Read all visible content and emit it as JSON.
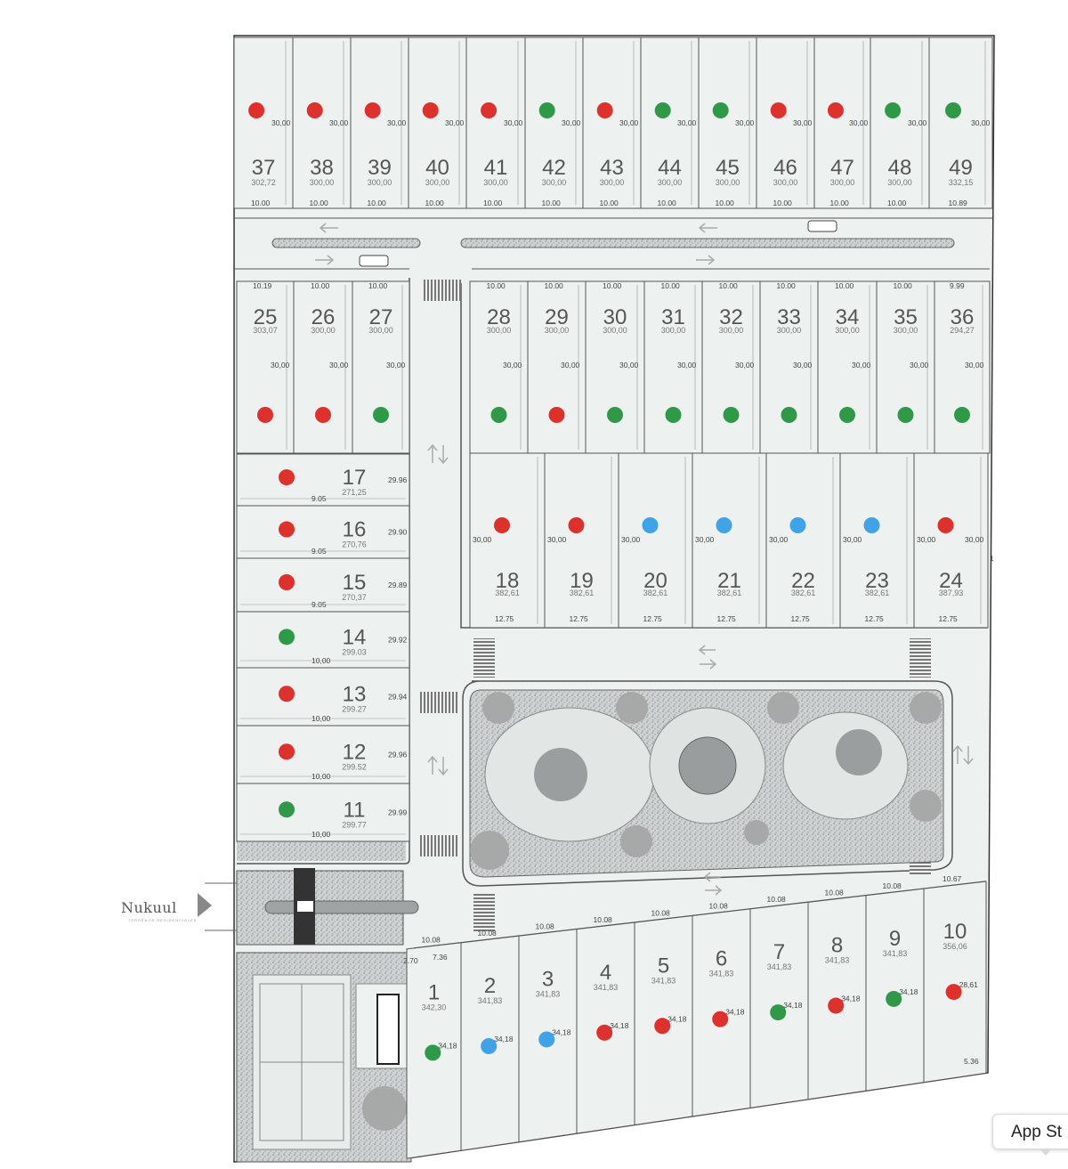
{
  "brand": {
    "name": "Nukuul",
    "tagline": "TERRENOS RESIDENCIALES"
  },
  "tooltip": {
    "label": "App St"
  },
  "status_colors": {
    "sold": "#e0302c",
    "available": "#2e9a48",
    "reserved": "#3fa3e8"
  },
  "lots": [
    {
      "number": "37",
      "area": "302,72",
      "depth": "30,00",
      "front": "10.00",
      "status": "sold"
    },
    {
      "number": "38",
      "area": "300,00",
      "depth": "30,00",
      "front": "10.00",
      "status": "sold"
    },
    {
      "number": "39",
      "area": "300,00",
      "depth": "30,00",
      "front": "10.00",
      "status": "sold"
    },
    {
      "number": "40",
      "area": "300,00",
      "depth": "30,00",
      "front": "10.00",
      "status": "sold"
    },
    {
      "number": "41",
      "area": "300,00",
      "depth": "30,00",
      "front": "10.00",
      "status": "sold"
    },
    {
      "number": "42",
      "area": "300,00",
      "depth": "30,00",
      "front": "10.00",
      "status": "available"
    },
    {
      "number": "43",
      "area": "300,00",
      "depth": "30,00",
      "front": "10.00",
      "status": "sold"
    },
    {
      "number": "44",
      "area": "300,00",
      "depth": "30,00",
      "front": "10.00",
      "status": "available"
    },
    {
      "number": "45",
      "area": "300,00",
      "depth": "30,00",
      "front": "10.00",
      "status": "available"
    },
    {
      "number": "46",
      "area": "300,00",
      "depth": "30,00",
      "front": "10.00",
      "status": "sold"
    },
    {
      "number": "47",
      "area": "300,00",
      "depth": "30,00",
      "front": "10.00",
      "status": "sold"
    },
    {
      "number": "48",
      "area": "300,00",
      "depth": "30,00",
      "front": "10.00",
      "status": "available"
    },
    {
      "number": "49",
      "area": "332,15",
      "depth": "30,00",
      "front": "10.89",
      "status": "available"
    },
    {
      "number": "25",
      "area": "303,07",
      "depth": "30,00",
      "front": "10.19",
      "status": "sold"
    },
    {
      "number": "26",
      "area": "300,00",
      "depth": "30,00",
      "front": "10.00",
      "status": "sold"
    },
    {
      "number": "27",
      "area": "300,00",
      "depth": "30,00",
      "front": "10.00",
      "status": "available"
    },
    {
      "number": "28",
      "area": "300,00",
      "depth": "30,00",
      "front": "10.00",
      "status": "available"
    },
    {
      "number": "29",
      "area": "300,00",
      "depth": "30,00",
      "front": "10.00",
      "status": "sold"
    },
    {
      "number": "30",
      "area": "300,00",
      "depth": "30,00",
      "front": "10.00",
      "status": "available"
    },
    {
      "number": "31",
      "area": "300,00",
      "depth": "30,00",
      "front": "10.00",
      "status": "available"
    },
    {
      "number": "32",
      "area": "300,00",
      "depth": "30,00",
      "front": "10.00",
      "status": "available"
    },
    {
      "number": "33",
      "area": "300,00",
      "depth": "30,00",
      "front": "10.00",
      "status": "available"
    },
    {
      "number": "34",
      "area": "300,00",
      "depth": "30,00",
      "front": "10.00",
      "status": "available"
    },
    {
      "number": "35",
      "area": "300,00",
      "depth": "30,00",
      "front": "10.00",
      "status": "available"
    },
    {
      "number": "36",
      "area": "294,27",
      "depth": "30,00",
      "front": "9.99",
      "status": "available"
    },
    {
      "number": "17",
      "area": "271,25",
      "depth": "29.96",
      "front": "9.05",
      "status": "sold"
    },
    {
      "number": "16",
      "area": "270,76",
      "depth": "29.90",
      "front": "9.05",
      "status": "sold"
    },
    {
      "number": "15",
      "area": "270,37",
      "depth": "29.89",
      "front": "9.05",
      "status": "sold"
    },
    {
      "number": "14",
      "area": "299.03",
      "depth": "29.92",
      "front": "10,00",
      "status": "available"
    },
    {
      "number": "13",
      "area": "299.27",
      "depth": "29.94",
      "front": "10,00",
      "status": "sold"
    },
    {
      "number": "12",
      "area": "299.52",
      "depth": "29.96",
      "front": "10,00",
      "status": "sold"
    },
    {
      "number": "11",
      "area": "299.77",
      "depth": "29.99",
      "front": "10,00",
      "status": "available"
    },
    {
      "number": "18",
      "area": "382,61",
      "depth": "30,00",
      "front": "12.75",
      "status": "sold"
    },
    {
      "number": "19",
      "area": "382,61",
      "depth": "30,00",
      "front": "12.75",
      "status": "sold"
    },
    {
      "number": "20",
      "area": "382,61",
      "depth": "30,00",
      "front": "12.75",
      "status": "reserved"
    },
    {
      "number": "21",
      "area": "382,61",
      "depth": "30,00",
      "front": "12.75",
      "status": "reserved"
    },
    {
      "number": "22",
      "area": "382,61",
      "depth": "30,00",
      "front": "12.75",
      "status": "reserved"
    },
    {
      "number": "23",
      "area": "382,61",
      "depth": "30,00",
      "front": "12.75",
      "status": "reserved"
    },
    {
      "number": "24",
      "area": "387,93",
      "depth": "30,00",
      "front": "12.75",
      "status": "sold"
    },
    {
      "number": "1",
      "area": "342,30",
      "depth": "34,18",
      "front": "10.08",
      "status": "available"
    },
    {
      "number": "2",
      "area": "341,83",
      "depth": "34,18",
      "front": "10.08",
      "status": "reserved"
    },
    {
      "number": "3",
      "area": "341,83",
      "depth": "34,18",
      "front": "10.08",
      "status": "reserved"
    },
    {
      "number": "4",
      "area": "341,83",
      "depth": "34,18",
      "front": "10.08",
      "status": "sold"
    },
    {
      "number": "5",
      "area": "341,83",
      "depth": "34,18",
      "front": "10.08",
      "status": "sold"
    },
    {
      "number": "6",
      "area": "341,83",
      "depth": "34,18",
      "front": "10.08",
      "status": "sold"
    },
    {
      "number": "7",
      "area": "341,83",
      "depth": "34,18",
      "front": "10.08",
      "status": "available"
    },
    {
      "number": "8",
      "area": "341,83",
      "depth": "34,18",
      "front": "10.08",
      "status": "sold"
    },
    {
      "number": "9",
      "area": "341,83",
      "depth": "34,18",
      "front": "10.08",
      "status": "available"
    },
    {
      "number": "10",
      "area": "356,06",
      "depth": "28,61",
      "front": "10.67",
      "status": "sold"
    }
  ],
  "extra_dims": {
    "lot1_offset_a": "2.70",
    "lot1_offset_b": "7.36",
    "lot10_side": "5.36",
    "lot24_side": "30,00",
    "edge_mark": "1"
  }
}
